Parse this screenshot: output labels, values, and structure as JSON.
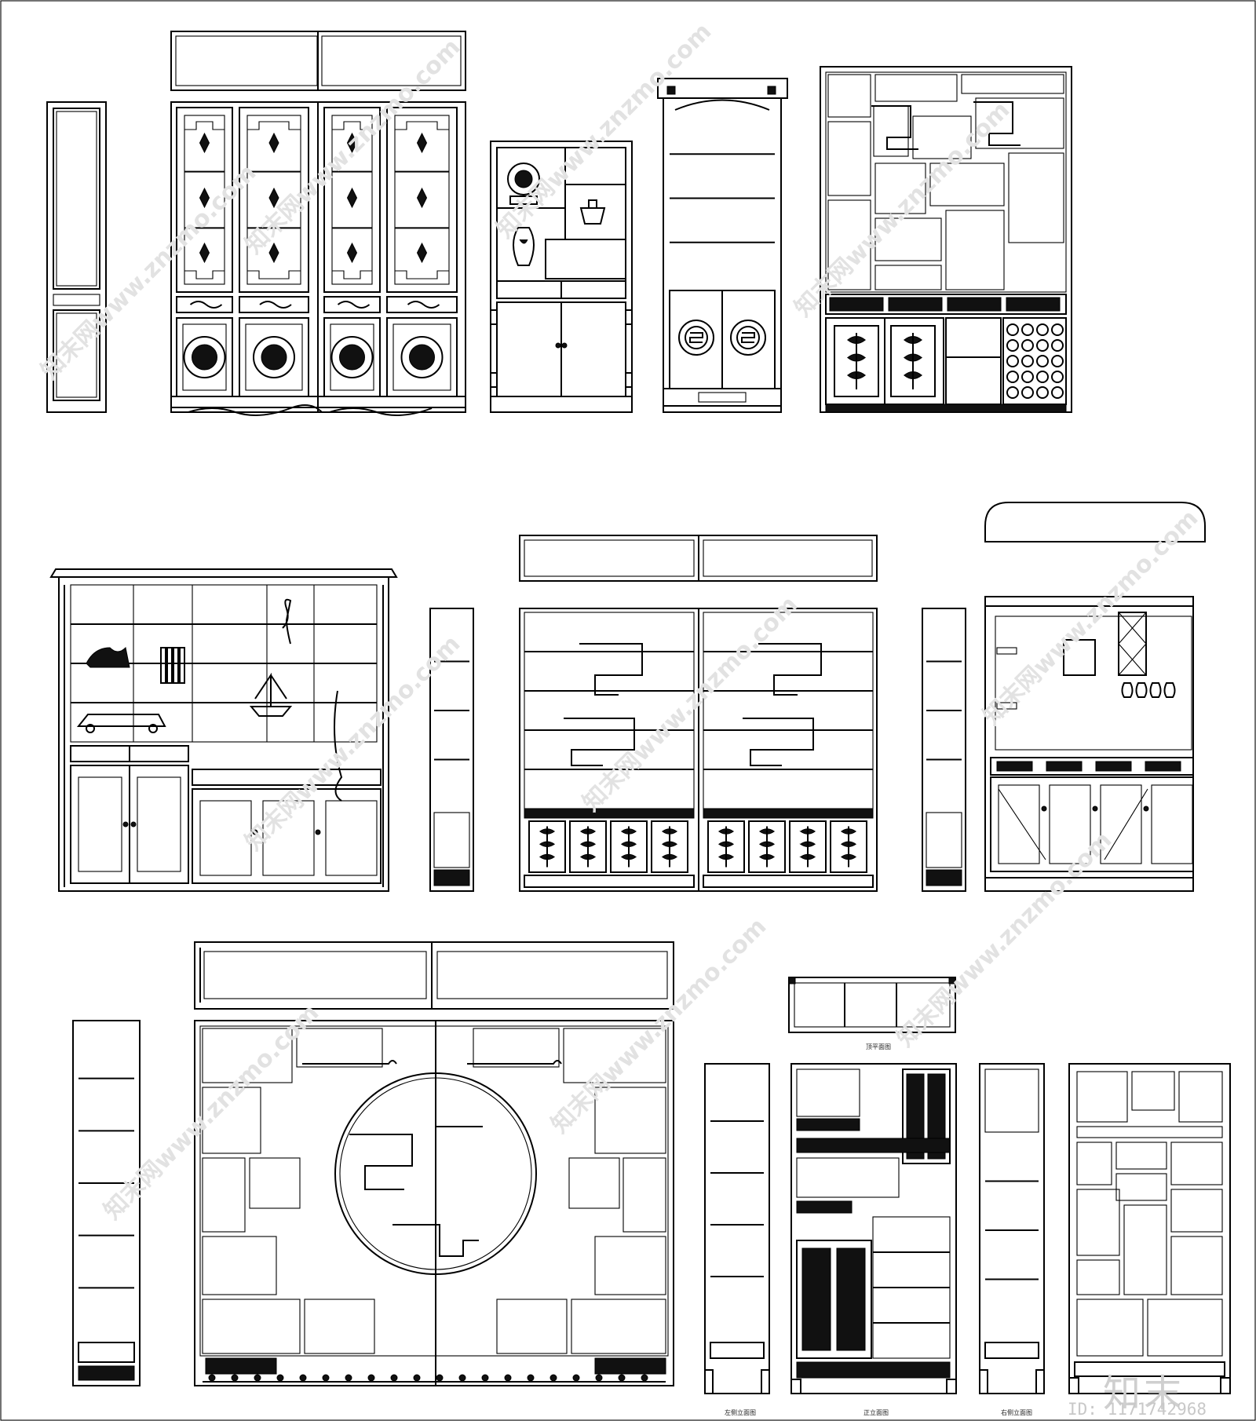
{
  "watermark": {
    "text": "知末网www.znzmo.com",
    "brand": "知末",
    "id_text": "ID: 1171742968"
  },
  "labels": {
    "top_panel": "顶平面图",
    "left_side": "左侧立面图",
    "front": "正立面图",
    "right_side": "右侧立面图"
  }
}
